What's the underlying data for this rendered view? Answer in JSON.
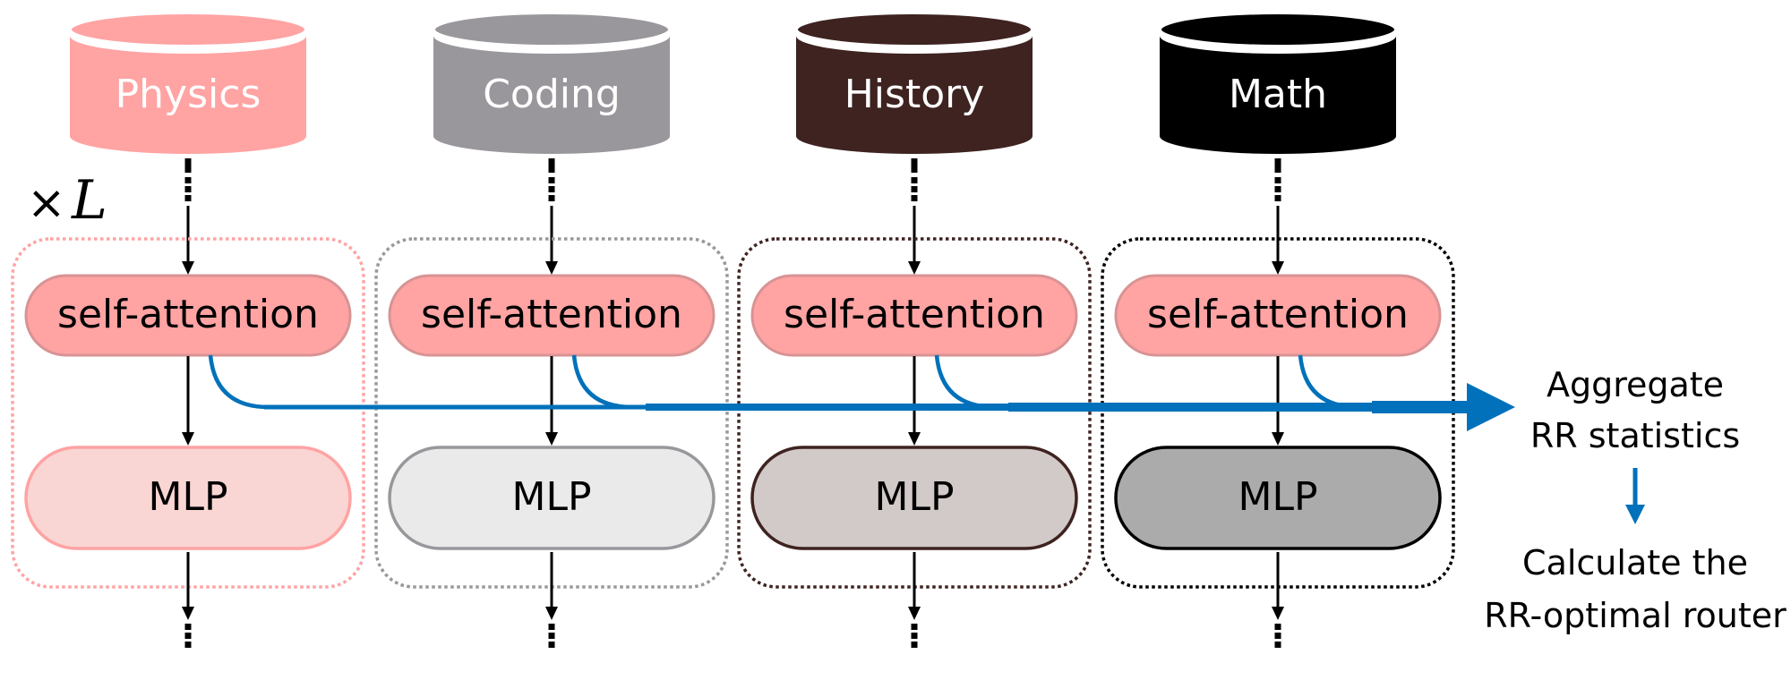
{
  "figure": {
    "layers_multiplier": {
      "symbol": "×",
      "variable": "L"
    },
    "columns": [
      {
        "domain": "Physics",
        "cylinder_color": "#FFA3A3",
        "container_border_color": "#FFA3A3",
        "attention_label": "self-attention",
        "mlp_label": "MLP",
        "mlp_fill": "#F9D6D3",
        "mlp_border": "#FFA3A3"
      },
      {
        "domain": "Coding",
        "cylinder_color": "#9A979C",
        "container_border_color": "#9A979C",
        "attention_label": "self-attention",
        "mlp_label": "MLP",
        "mlp_fill": "#EAEAEA",
        "mlp_border": "#9A979C"
      },
      {
        "domain": "History",
        "cylinder_color": "#3E2320",
        "container_border_color": "#3E2320",
        "attention_label": "self-attention",
        "mlp_label": "MLP",
        "mlp_fill": "#D2CAC8",
        "mlp_border": "#3E2320"
      },
      {
        "domain": "Math",
        "cylinder_color": "#000000",
        "container_border_color": "#000000",
        "attention_label": "self-attention",
        "mlp_label": "MLP",
        "mlp_fill": "#ABABAB",
        "mlp_border": "#000000"
      }
    ],
    "attention_fill": "#FFA3A3",
    "attention_border": "#D89394",
    "aggregate_color": "#0071BA",
    "side_steps": {
      "step1": [
        "Aggregate",
        "RR statistics"
      ],
      "step2": [
        "Calculate the",
        "RR-optimal router"
      ]
    }
  }
}
